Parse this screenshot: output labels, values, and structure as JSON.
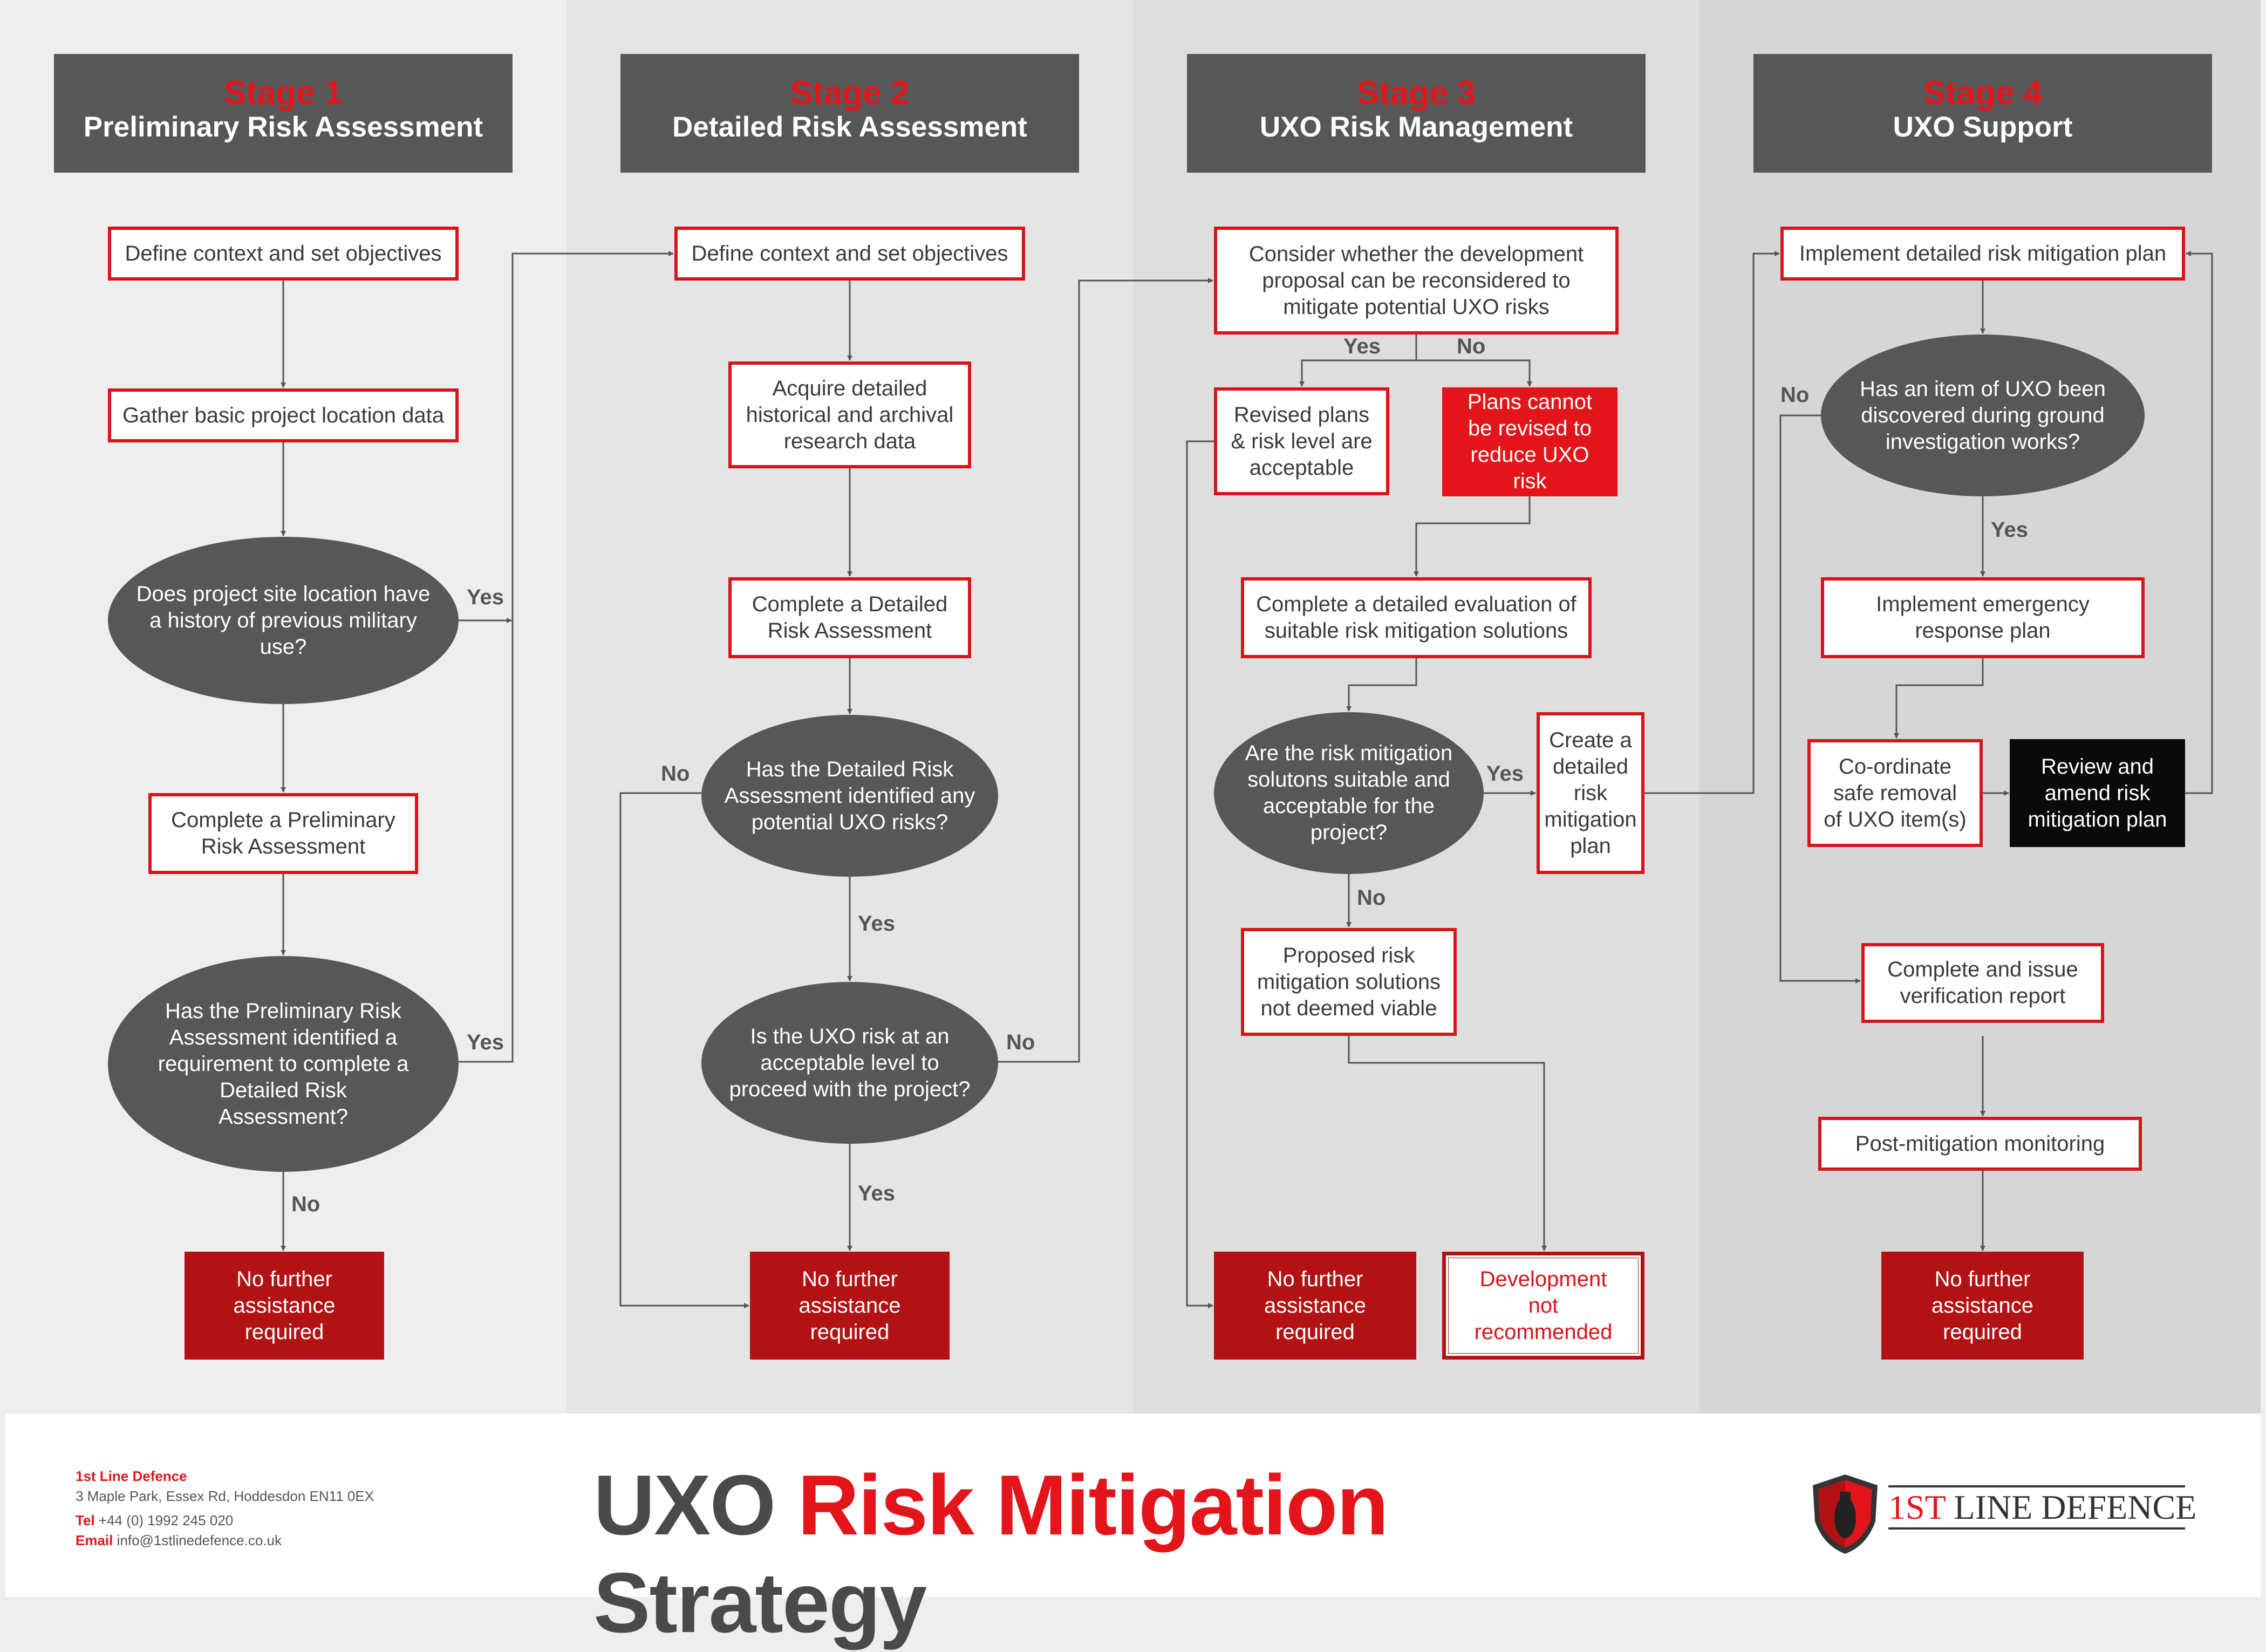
{
  "stages": [
    {
      "number": "Stage 1",
      "name": "Preliminary Risk Assessment"
    },
    {
      "number": "Stage 2",
      "name": "Detailed Risk Assessment"
    },
    {
      "number": "Stage 3",
      "name": "UXO Risk Management"
    },
    {
      "number": "Stage 4",
      "name": "UXO Support"
    }
  ],
  "stage1": {
    "define": "Define context and set objectives",
    "gather": "Gather basic project location data",
    "q_history": "Does project site location have a history of previous military use?",
    "complete_pra": "Complete a Preliminary Risk Assessment",
    "q_pra": "Has the Preliminary Risk Assessment identified a requirement to complete a Detailed Risk Assessment?",
    "no_further": "No further assistance required"
  },
  "stage2": {
    "define": "Define context and set objectives",
    "acquire": "Acquire detailed historical and archival research data",
    "complete_dra": "Complete a Detailed Risk Assessment",
    "q_dra": "Has the Detailed Risk Assessment identified any potential UXO risks?",
    "q_acceptable": "Is the UXO risk at an acceptable level to proceed with the project?",
    "no_further": "No further assistance required"
  },
  "stage3": {
    "consider": "Consider whether the development proposal can be reconsidered to mitigate potential UXO risks",
    "revised": "Revised plans & risk level are acceptable",
    "cannot": "Plans cannot be revised to reduce UXO risk",
    "evaluate": "Complete a detailed evaluation of suitable risk mitigation solutions",
    "q_suitable": "Are the risk mitigation solutons suitable and acceptable for the project?",
    "create_plan": "Create a detailed risk mitigation plan",
    "not_viable": "Proposed risk mitigation solutions not deemed viable",
    "no_further": "No further assistance required",
    "not_recommended": "Development not recommended"
  },
  "stage4": {
    "implement": "Implement detailed risk mitigation plan",
    "q_discovered": "Has an item of UXO been discovered during ground investigation works?",
    "emergency": "Implement emergency response plan",
    "coordinate": "Co-ordinate safe removal of UXO item(s)",
    "review": "Review and amend risk mitigation plan",
    "verification": "Complete and issue verification report",
    "monitoring": "Post-mitigation monitoring",
    "no_further": "No further assistance required"
  },
  "labels": {
    "yes": "Yes",
    "no": "No"
  },
  "footer": {
    "company": "1st Line Defence",
    "address": "3 Maple Park, Essex Rd, Hoddesdon EN11 0EX",
    "tel_label": "Tel",
    "tel": "+44 (0) 1992 245 020",
    "email_label": "Email",
    "email": "info@1stlinedefence.co.uk",
    "title_a": "UXO ",
    "title_b": "Risk Mitigation",
    "title_c": " Strategy",
    "logo_a": "1ST",
    "logo_b": " LINE DEFENCE"
  },
  "colors": {
    "red": "#e3151a",
    "dark_red": "#b31215",
    "grey": "#575757",
    "black": "#0a0a0a"
  }
}
